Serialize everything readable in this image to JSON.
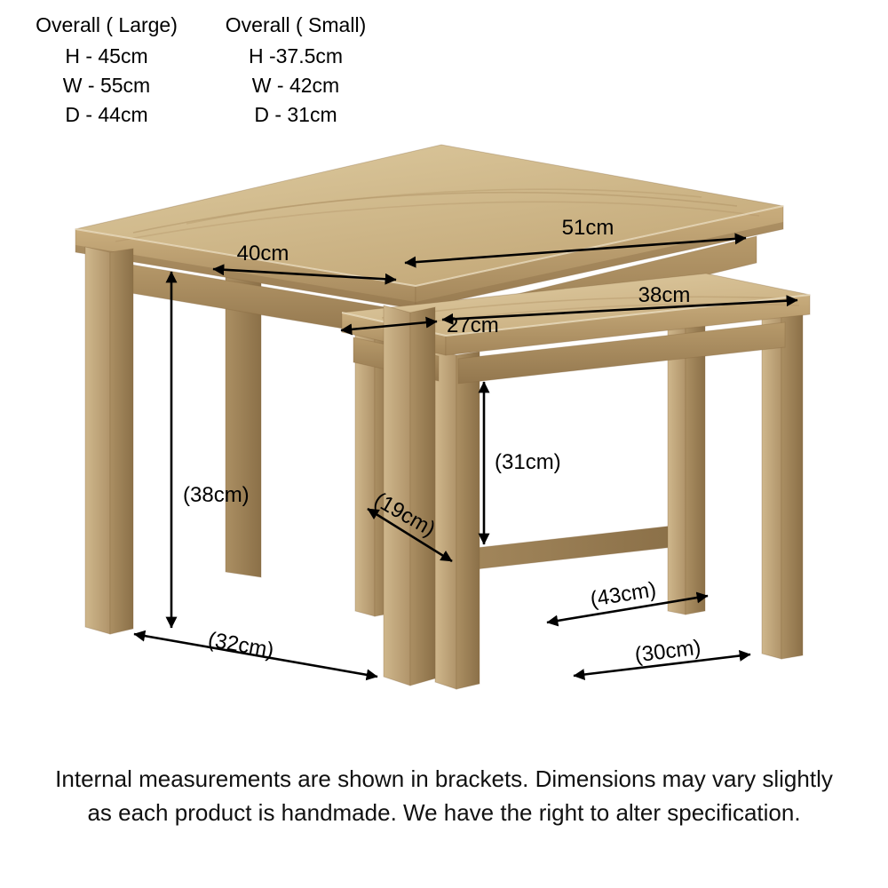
{
  "spec_blocks": {
    "large": {
      "title": "Overall ( Large)",
      "height": "H - 45cm",
      "width": "W - 55cm",
      "depth": "D - 44cm"
    },
    "small": {
      "title": "Overall ( Small)",
      "height": "H -37.5cm",
      "width": "W - 42cm",
      "depth": "D - 31cm"
    }
  },
  "dimensions": {
    "large_top_depth": "40cm",
    "large_top_width": "51cm",
    "small_top_width": "38cm",
    "small_top_depth": "27cm",
    "large_internal_height": "(38cm)",
    "small_internal_height": "(31cm)",
    "small_internal_depth": "(19cm)",
    "large_internal_width": "(43cm)",
    "large_internal_depth": "(32cm)",
    "small_internal_width": "(30cm)"
  },
  "footer": {
    "line1": "Internal measurements are shown in brackets. Dimensions may vary slightly",
    "line2": "as each product is handmade. We have the right to alter specification."
  },
  "colors": {
    "background": "#ffffff",
    "text": "#000000",
    "arrows": "#000000",
    "wood_top_light": "#ddca9f",
    "wood_top_dark": "#c3a878",
    "wood_edge": "#b3955f",
    "wood_apron": "#a5895c",
    "wood_leg_dark": "#8b7048"
  }
}
